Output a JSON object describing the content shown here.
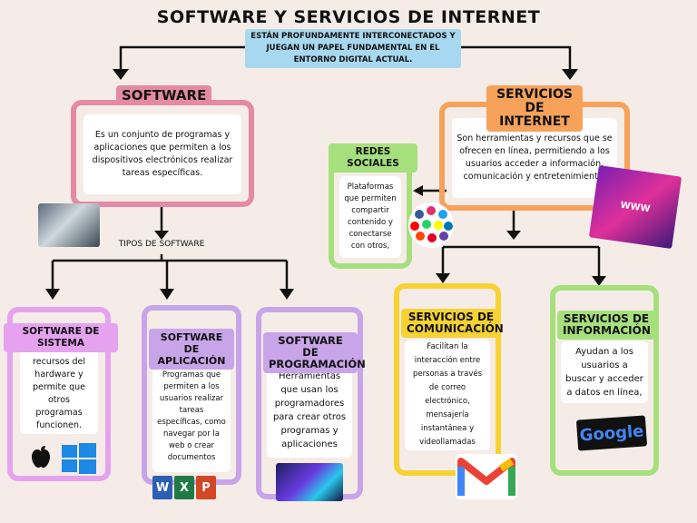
{
  "title": "SOFTWARE Y SERVICIOS DE INTERNET",
  "subtitle": "ESTÁN PROFUNDAMENTE INTERCONECTADOS Y JUEGAN UN PAPEL FUNDAMENTAL EN EL ENTORNO DIGITAL ACTUAL.",
  "software": {
    "label": "SOFTWARE",
    "text": "Es un conjunto de programas y aplicaciones que permiten a los dispositivos electrónicos realizar tareas específicas.",
    "types_label": "TIPOS DE SOFTWARE"
  },
  "sistema": {
    "label": "SOFTWARE DE SISTEMA",
    "text": "Gestiona los recursos del hardware y permite que otros programas funcionen."
  },
  "aplicacion": {
    "label": "SOFTWARE DE APLICACIÓN",
    "text": "Programas que permiten a los usuarios realizar tareas específicas, como navegar por la web o crear documentos"
  },
  "programacion": {
    "label": "SOFTWARE DE PROGRAMACIÓN",
    "text": "Herramientas que usan los programadores para crear otros programas y aplicaciones"
  },
  "servicios": {
    "label": "SERVICIOS DE INTERNET",
    "text": "Son herramientas y recursos que se ofrecen en línea, permitiendo a los usuarios acceder a información, comunicación y entretenimiento."
  },
  "redes": {
    "label": "REDES SOCIALES",
    "text": "Plataformas que permiten compartir contenido y conectarse con otros,"
  },
  "comunicacion": {
    "label": "SERVICIOS DE COMUNICACIÓN",
    "text": "Facilitan la interacción entre personas a través de correo electrónico, mensajería instantánea y videollamadas"
  },
  "informacion": {
    "label": "SERVICIOS DE INFORMACIÓN",
    "text": "Ayudan a los usuarios a buscar y acceder a datos en línea,"
  },
  "logos": {
    "google": "Google",
    "office": [
      "W",
      "X",
      "P"
    ],
    "www": "WWW"
  },
  "colors": {
    "pink": "#e48aa5",
    "orange": "#f7a25a",
    "green": "#a6e07c",
    "purple": "#c8a4e8",
    "violet": "#e5a3ef",
    "yellow": "#f6d233",
    "blue_label": "#a8d8f0"
  }
}
